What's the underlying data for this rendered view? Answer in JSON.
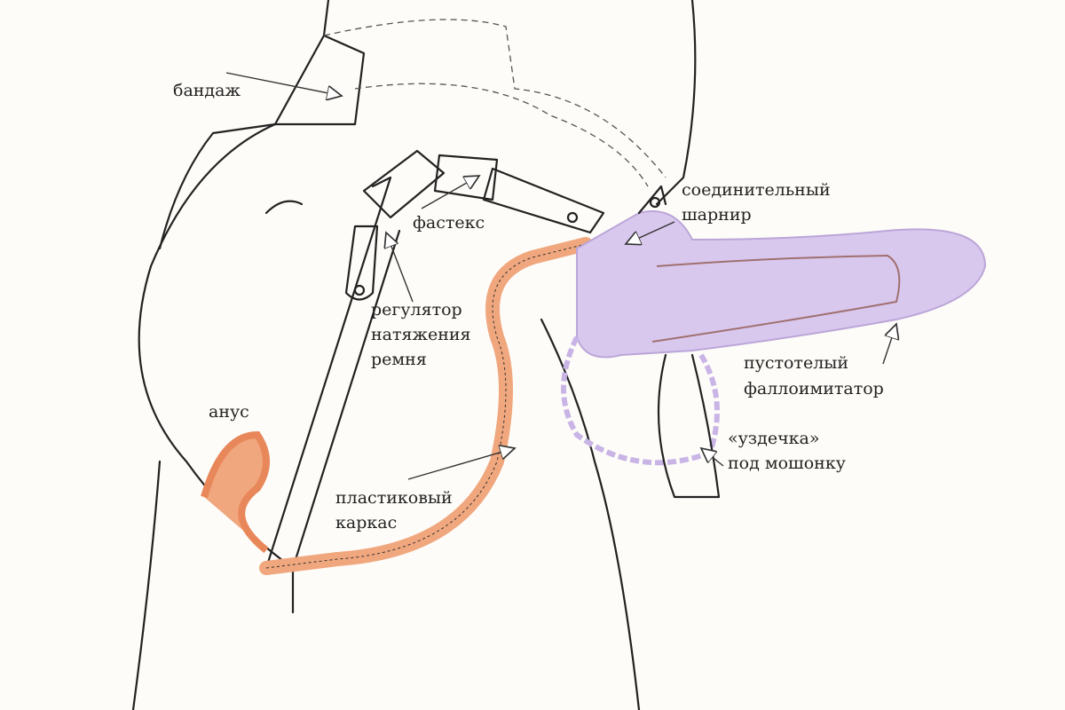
{
  "labels": {
    "bandage": "бандаж",
    "fastex": "фастекс",
    "hinge_line1": "соединительный",
    "hinge_line2": "шарнир",
    "regulator_line1": "регулятор",
    "regulator_line2": "натяжения",
    "regulator_line3": "ремня",
    "anus": "анус",
    "frame_line1": "пластиковый",
    "frame_line2": "каркас",
    "phallus_line1": "пустотелый",
    "phallus_line2": "фаллоимитатор",
    "bridle_line1": "«уздечка»",
    "bridle_line2": "под мошонку"
  },
  "colors": {
    "frame": "#f0a77e",
    "frame_dark": "#e8875a",
    "prosthesis": "#d9c8ee",
    "outline": "#222222",
    "background": "#fdfcf8"
  }
}
